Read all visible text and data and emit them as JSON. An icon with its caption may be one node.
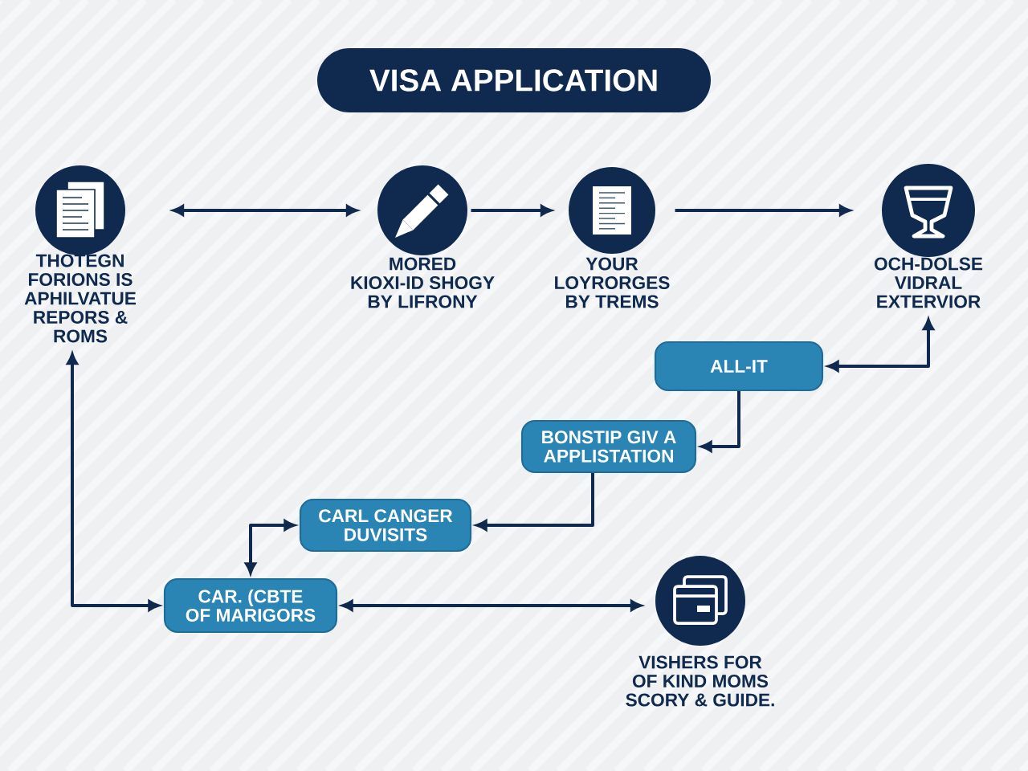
{
  "diagram": {
    "title": "VISA APPLICATION",
    "nodes": [
      {
        "text": [
          "THOTEGN FORIONS IS APHILVATUE REPORS & ROMS"
        ]
      },
      {
        "text": [
          "MORED KIOXI-ID SHOGY BY LIFRONY"
        ]
      },
      {
        "text": [
          "YOUR LOYRORGES BY TREMS"
        ]
      },
      {
        "text": [
          "OCH-DOLSE VIDRAL EXTERVIOR"
        ]
      },
      {
        "text": [
          "ALL-IT"
        ]
      },
      {
        "text": [
          "BONSTIP GIV A APPLISTATION"
        ]
      },
      {
        "text": [
          "CARL CANGER DUVISITS"
        ]
      },
      {
        "text": [
          "CAR. (CBTE OF MARIGORS"
        ]
      },
      {
        "text": [
          "VISHERS FOR OF KIND MOMS SCORY & GUIDE."
        ]
      }
    ],
    "edges": [
      {
        "from": 0,
        "to": 1,
        "arrow": "both"
      },
      {
        "from": 1,
        "to": 2,
        "arrow": "to"
      },
      {
        "from": 2,
        "to": 3,
        "arrow": "to"
      },
      {
        "from": 3,
        "to": 4,
        "arrow": "both"
      },
      {
        "from": 4,
        "to": 5,
        "arrow": "to"
      },
      {
        "from": 5,
        "to": 6,
        "arrow": "to"
      },
      {
        "from": 6,
        "to": 7,
        "arrow": "both"
      },
      {
        "from": 7,
        "to": 0,
        "arrow": "both"
      },
      {
        "from": 7,
        "to": 8,
        "arrow": "both"
      }
    ]
  }
}
